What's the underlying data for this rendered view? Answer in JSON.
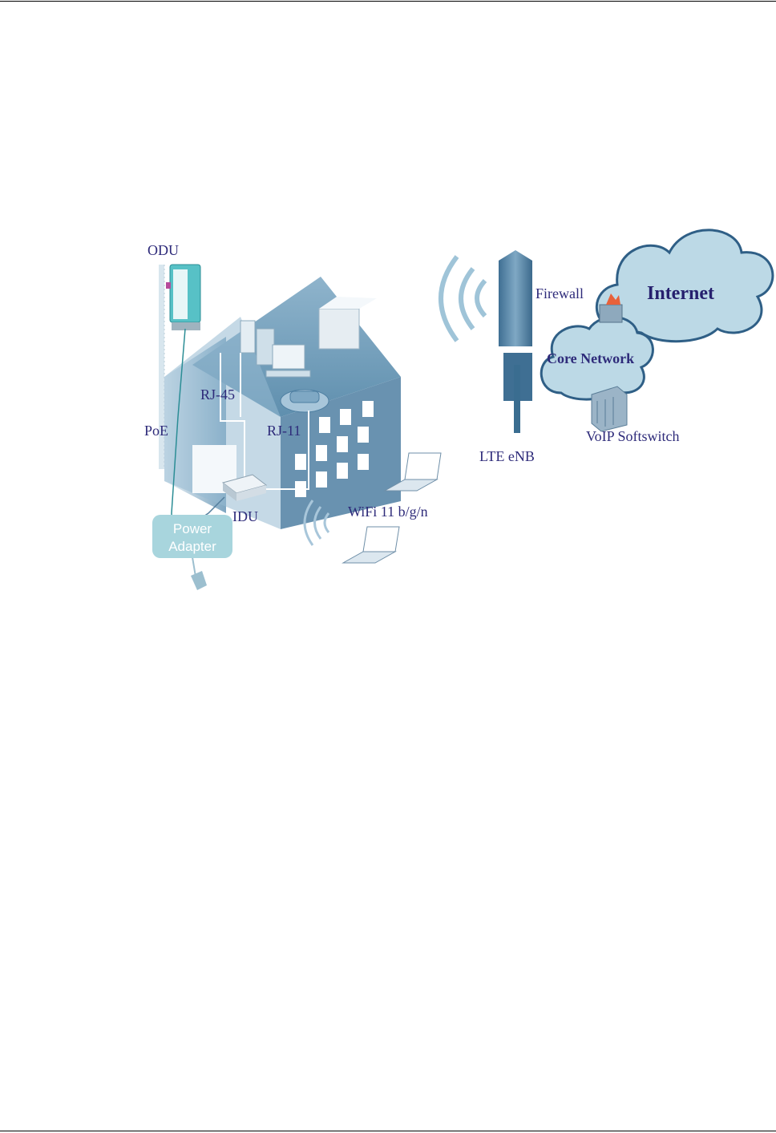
{
  "labels": {
    "odu": "ODU",
    "poe": "PoE",
    "rj45": "RJ-45",
    "rj11": "RJ-11",
    "idu": "IDU",
    "power_adapter_line1": "Power",
    "power_adapter_line2": "Adapter",
    "wifi": "WiFi 11 b/g/n",
    "firewall": "Firewall",
    "internet": "Internet",
    "core_network": "Core Network",
    "voip": "VoIP Softswitch",
    "lte_enb": "LTE eNB"
  },
  "colors": {
    "house": "#6f9ebb",
    "house_light": "#a9c8dc",
    "cloud": "#bcd9e6",
    "cloud_edge": "#2f5f86",
    "label_text": "#2e2b7a",
    "adapter": "#a8d5dd"
  }
}
